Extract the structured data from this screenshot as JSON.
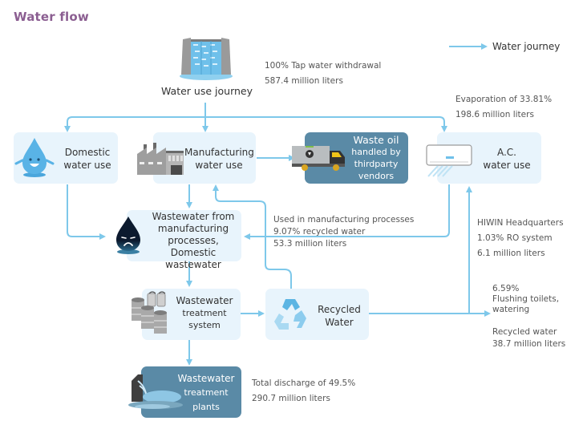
{
  "title": "Water flow",
  "legend": {
    "label": "Water journey",
    "icon": "arrow-right-icon",
    "color": "#7ec8ea"
  },
  "colors": {
    "arrow": "#7ec8ea",
    "box_light": "#e8f4fc",
    "box_dark": "#5a8aa6",
    "title": "#8b5e91"
  },
  "source": {
    "label": "Water use journey",
    "icon": "dam-icon",
    "note_line1": "100% Tap water withdrawal",
    "note_line2": "587.4 million liters"
  },
  "nodes": {
    "domestic": {
      "line1": "Domestic",
      "line2": "water use",
      "icon": "water-drop-happy-icon"
    },
    "manufacturing": {
      "line1": "Manufacturing",
      "line2": "water use",
      "icon": "factory-icon"
    },
    "waste_oil": {
      "line1": "Waste oil",
      "line2": "handled by",
      "line3": "thirdparty",
      "line4": "vendors",
      "icon": "truck-icon"
    },
    "ac": {
      "line1": "A.C.",
      "line2": "water use",
      "icon": "air-conditioner-icon"
    },
    "wastewater": {
      "line1": "Wastewater from",
      "line2": "manufacturing",
      "line3": "processes, Domestic",
      "line4": "wastewater",
      "icon": "water-drop-sad-icon"
    },
    "treatment_system": {
      "line1": "Wastewater",
      "line2": "treatment",
      "line3": "system",
      "icon": "tanks-icon"
    },
    "recycled": {
      "line1": "Recycled",
      "line2": "Water",
      "icon": "recycle-icon"
    },
    "treatment_plants": {
      "line1": "Wastewater",
      "line2": "treatment",
      "line3": "plants",
      "icon": "discharge-icon"
    }
  },
  "notes": {
    "evaporation": {
      "line1": "Evaporation of 33.81%",
      "line2": "198.6 million liters"
    },
    "manufacturing_recycled": {
      "line1": "Used in manufacturing processes",
      "line2": "9.07% recycled water",
      "line3": "53.3 million liters"
    },
    "ro_system": {
      "line1": "HIWIN Headquarters",
      "line2": "1.03% RO system",
      "line3": "6.1 million liters"
    },
    "flushing": {
      "line1": "6.59%",
      "line2": "Flushing toilets,",
      "line3": "watering"
    },
    "recycled_water": {
      "line1": "Recycled water",
      "line2": "38.7 million liters"
    },
    "discharge": {
      "line1": "Total discharge of 49.5%",
      "line2": "290.7 million liters"
    }
  }
}
